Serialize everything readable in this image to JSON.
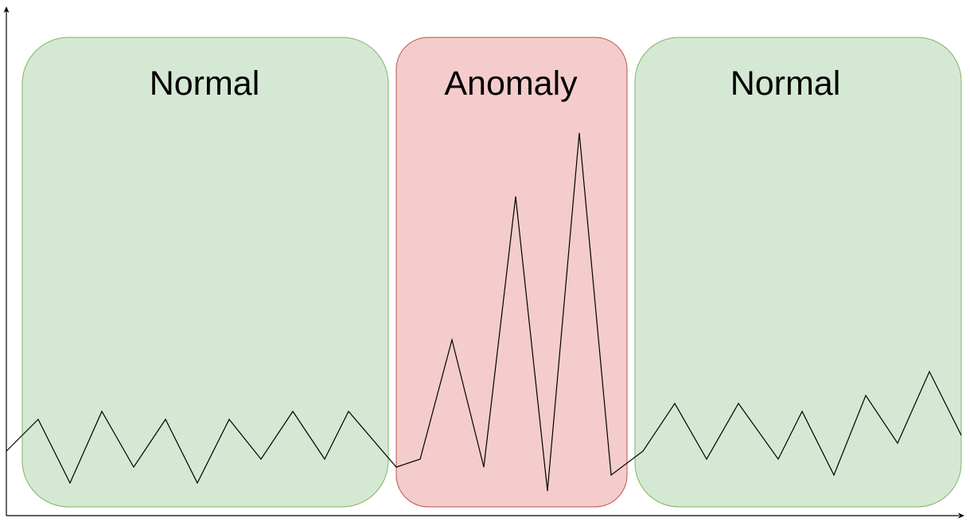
{
  "regions": [
    {
      "label": "Normal",
      "kind": "normal"
    },
    {
      "label": "Anomaly",
      "kind": "anomaly"
    },
    {
      "label": "Normal",
      "kind": "normal"
    }
  ],
  "colors": {
    "normal_fill": "#d5e8d4",
    "normal_stroke": "#82b366",
    "anomaly_fill": "#f4cccc",
    "anomaly_stroke": "#b85450",
    "signal": "#000000",
    "axis": "#000000"
  },
  "icons": {
    "x_axis_arrow": "arrow-right-icon",
    "y_axis_arrow": "arrow-up-icon"
  }
}
